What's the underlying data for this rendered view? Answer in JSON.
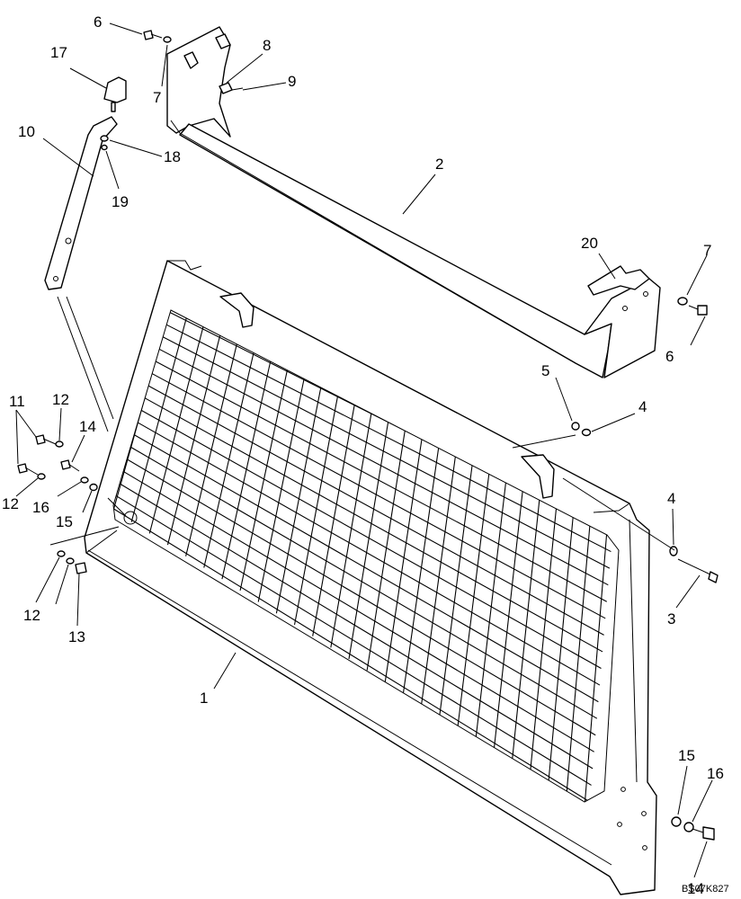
{
  "callouts": [
    "1",
    "2",
    "3",
    "4",
    "4",
    "5",
    "6",
    "6",
    "7",
    "7",
    "8",
    "9",
    "10",
    "11",
    "12",
    "12",
    "12",
    "13",
    "14",
    "14",
    "15",
    "15",
    "16",
    "16",
    "17",
    "18",
    "19",
    "20"
  ],
  "drawing_code": "BS07K827"
}
